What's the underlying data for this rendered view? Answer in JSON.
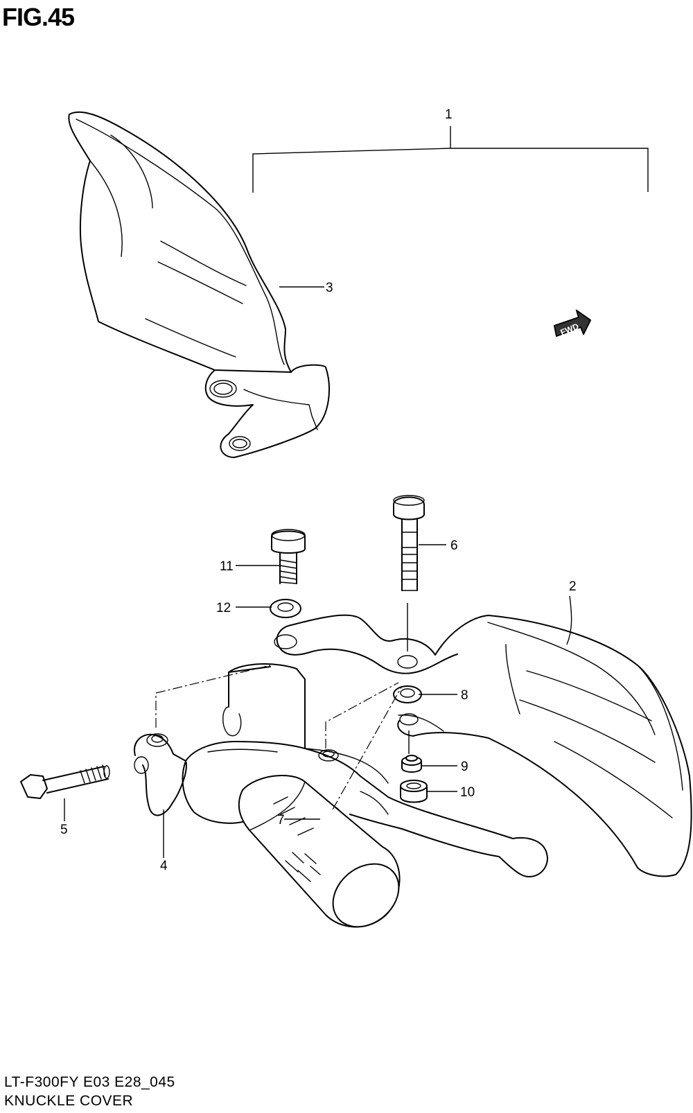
{
  "figure": {
    "title": "FIG.45"
  },
  "callouts": [
    "1",
    "2",
    "3",
    "4",
    "5",
    "6",
    "7",
    "8",
    "9",
    "10",
    "11",
    "12"
  ],
  "fwd_label": "FWD",
  "footer": {
    "model": "LT-F300FY E03 E28_045",
    "name": "KNUCKLE COVER"
  }
}
